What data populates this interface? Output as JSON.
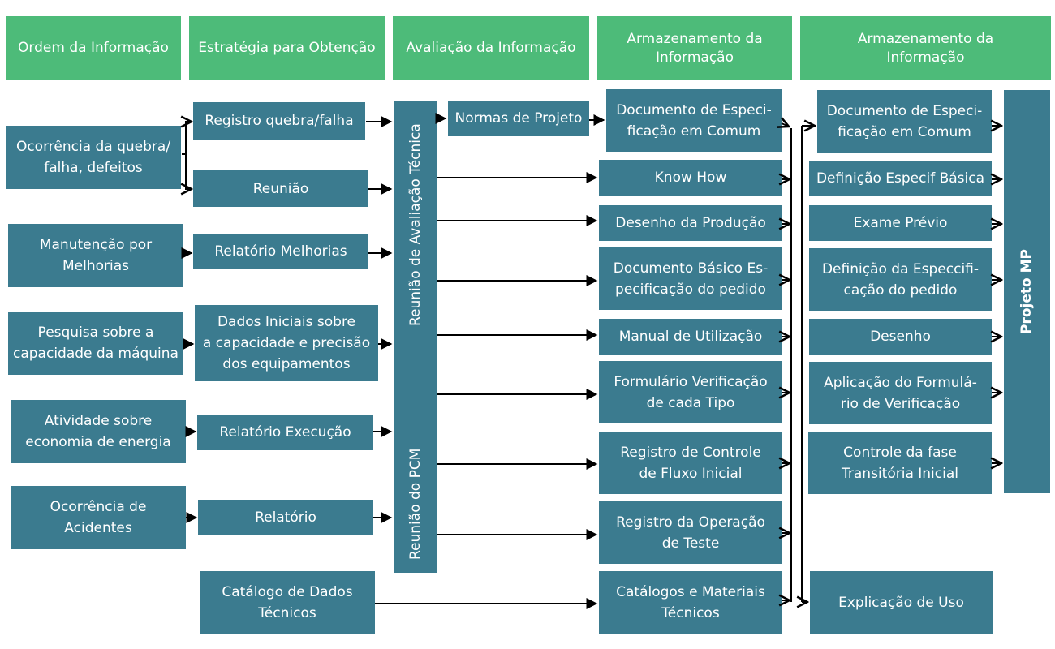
{
  "headers": [
    "Ordem da Informação",
    "Estratégia para Obtenção",
    "Avaliação da Informação",
    "Armazenamento da\nInformação",
    "Armazenamento da\nInformação"
  ],
  "col1": [
    "Ocorrência da quebra/\nfalha, defeitos",
    "Manutenção por\nMelhorias",
    "Pesquisa sobre a\ncapacidade da máquina",
    "Atividade sobre\neconomia de energia",
    "Ocorrência de\nAcidentes"
  ],
  "col2": [
    "Registro quebra/falha",
    "Reunião",
    "Relatório Melhorias",
    "Dados Iniciais sobre\na capacidade e precisão\ndos equipamentos",
    "Relatório Execução",
    "Relatório",
    "Catálogo de Dados\nTécnicos"
  ],
  "vertical": {
    "reuniao_avaliacao": "Reunião de Avaliação Técnica",
    "reuniao_pcm": "Reunião do PCM",
    "projeto_mp": "Projeto MP"
  },
  "normas": "Normas de Projeto",
  "col4": [
    "Documento de Especi-\nficação em Comum",
    "Know How",
    "Desenho da Produção",
    "Documento Básico Es-\npecificação do pedido",
    "Manual de Utilização",
    "Formulário Verificação\nde cada Tipo",
    "Registro de Controle\nde Fluxo Inicial",
    "Registro da Operação\nde Teste",
    "Catálogos e Materiais\nTécnicos"
  ],
  "col5": [
    "Documento de Especi-\nficação em Comum",
    "Definição Especif Básica",
    "Exame Prévio",
    "Definição da Especcifi-\ncação do pedido",
    "Desenho",
    "Aplicação do Formulá-\nrio de Verificação",
    "Controle da fase\nTransitória Inicial",
    "Explicação de Uso"
  ],
  "colors": {
    "header": "#4dbb79",
    "box": "#3b7b8f",
    "arrow": "#000000"
  }
}
